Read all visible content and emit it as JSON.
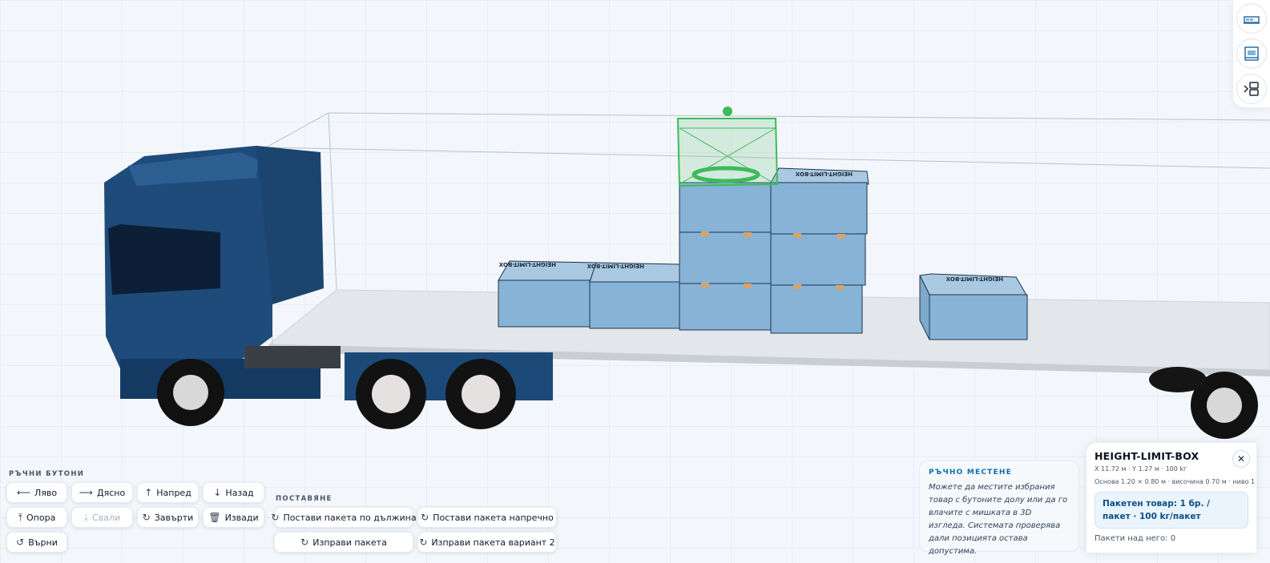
{
  "scene": {
    "box_label": "HEIGHT-LIMIT-BOX"
  },
  "view_toolbar": {
    "items": [
      {
        "icon": "side-view-icon"
      },
      {
        "icon": "rear-view-icon"
      },
      {
        "icon": "list-view-icon"
      }
    ]
  },
  "manual_buttons": {
    "title": "РЪЧНИ БУТОНИ",
    "left": {
      "label": "Ляво",
      "icon": "arrow-left-icon"
    },
    "right": {
      "label": "Дясно",
      "icon": "arrow-right-icon"
    },
    "forward": {
      "label": "Напред",
      "icon": "arrow-up-icon"
    },
    "back": {
      "label": "Назад",
      "icon": "arrow-down-icon"
    },
    "support": {
      "label": "Опора",
      "icon": "support-icon"
    },
    "lower": {
      "label": "Свали",
      "icon": "lower-icon"
    },
    "rotate": {
      "label": "Завърти",
      "icon": "rotate-icon"
    },
    "remove": {
      "label": "Извади",
      "icon": "trash-icon"
    },
    "restore": {
      "label": "Върни",
      "icon": "undo-icon"
    }
  },
  "placement": {
    "title": "ПОСТАВЯНЕ",
    "lengthwise": "Постави пакета по дължина",
    "crosswise": "Постави пакета напречно",
    "upright": "Изправи пакета",
    "upright_v2": "Изправи пакета вариант 2"
  },
  "manual_move": {
    "title": "РЪЧНО МЕСТЕНЕ",
    "text": "Можете да местите избрания товар с бутоните долу или да го влачите с мишката в 3D изгледа. Системата проверява дали позицията остава допустима."
  },
  "selected_package": {
    "name": "HEIGHT-LIMIT-BOX",
    "coords": "X 11.72 м · Y 1.27 м · 100 kг",
    "dims": "Основа 1.20 × 0.80 м · височина 0.70 м · ниво 1",
    "info": "Пакетен товар: 1 бр. / пакет · 100 kг/пакет",
    "above": "Пакети над него: 0"
  }
}
